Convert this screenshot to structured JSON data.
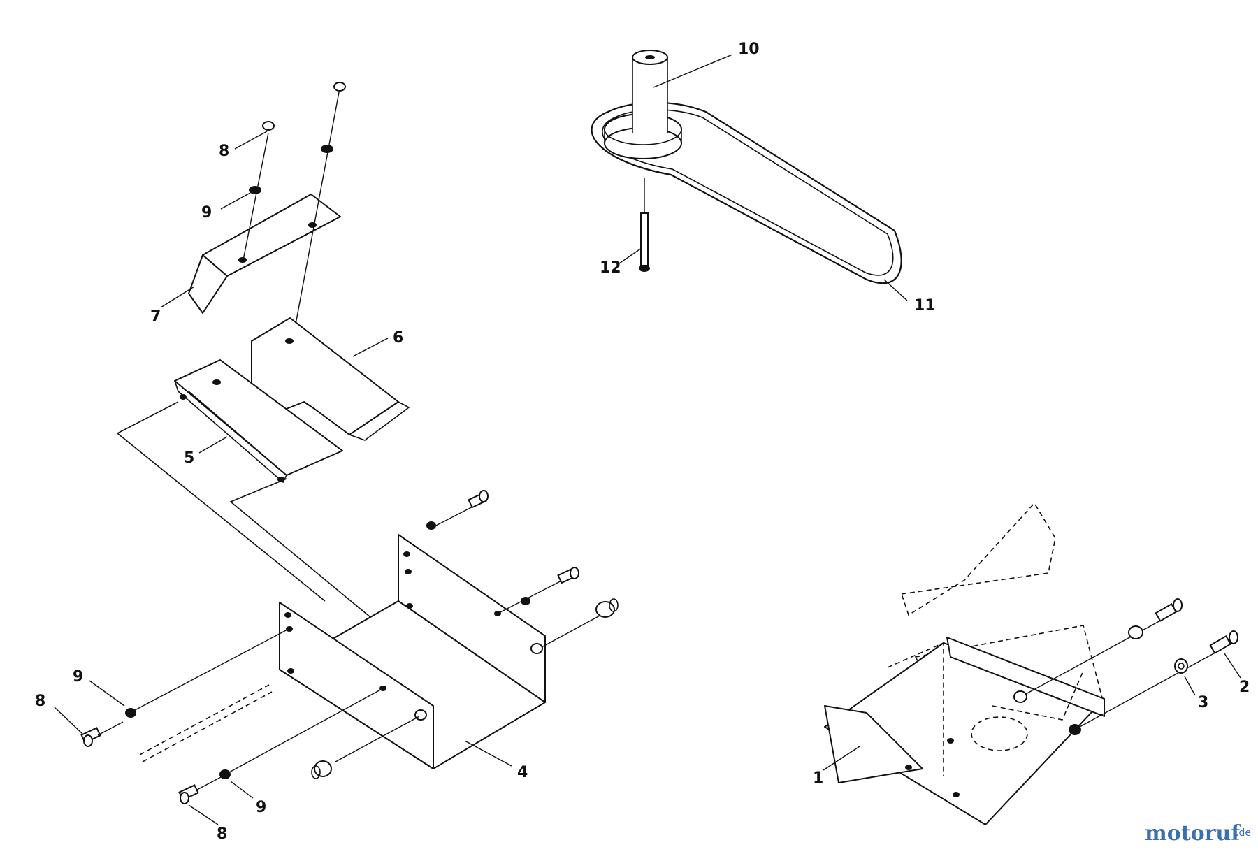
{
  "diagram": {
    "callouts": [
      "10",
      "11",
      "12",
      "8",
      "9",
      "7",
      "6",
      "5",
      "4",
      "8",
      "9",
      "8",
      "9",
      "1",
      "2",
      "3"
    ]
  },
  "watermark": {
    "text": "motoruf",
    "suffix": ".de",
    "color": "#3a6fb0"
  }
}
